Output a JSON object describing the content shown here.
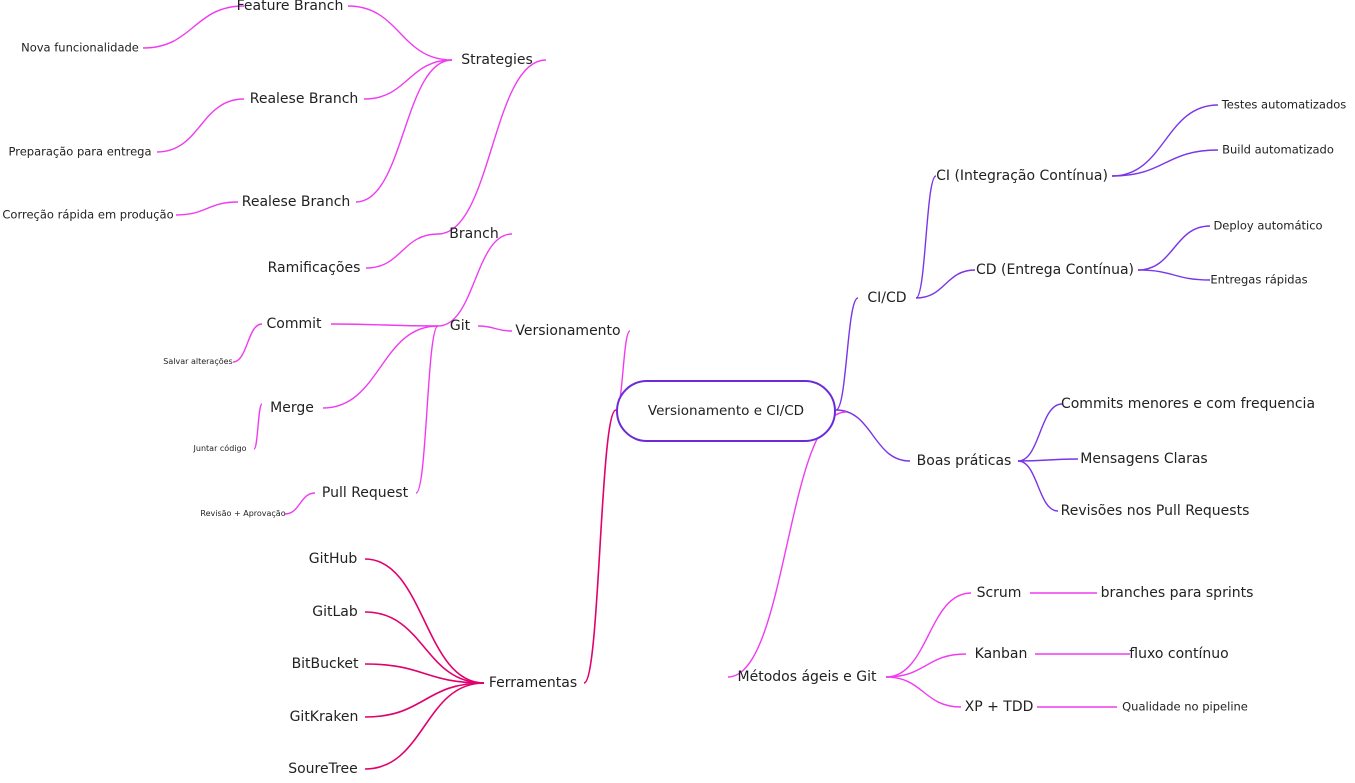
{
  "colors": {
    "magenta": "#f03cf0",
    "crimson": "#e0006e",
    "purple": "#7a35e6"
  },
  "root": "Versionamento e CI/CD",
  "nodes": {
    "versionamento": "Versionamento",
    "git": "Git",
    "branch": "Branch",
    "strategies": "Strategies",
    "feature_branch": "Feature Branch",
    "nova_funcionalidade": "Nova funcionalidade",
    "realese_branch_1": "Realese Branch",
    "preparacao": "Preparação para entrega",
    "realese_branch_2": "Realese Branch",
    "correcao": "Correção rápida em produção",
    "ramificacoes": "Ramificações",
    "commit": "Commit",
    "salvar": "Salvar alterações",
    "merge": "Merge",
    "juntar": "Juntar código",
    "pull_request": "Pull Request",
    "revisao": "Revisão + Aprovação",
    "ferramentas": "Ferramentas",
    "github": "GitHub",
    "gitlab": "GitLab",
    "bitbucket": "BitBucket",
    "gitkraken": "GitKraken",
    "souretree": "SoureTree",
    "cicd": "CI/CD",
    "ci": "CI (Integração Contínua)",
    "testes": "Testes automatizados",
    "build": "Build automatizado",
    "cd": "CD (Entrega Contínua)",
    "deploy": "Deploy automático",
    "entregas": "Entregas rápidas",
    "boas_praticas": "Boas práticas",
    "commits_menores": "Commits menores e com frequencia",
    "mensagens": "Mensagens Claras",
    "revisoes": "Revisões nos Pull Requests",
    "metodos": "Métodos ágeis e Git",
    "scrum": "Scrum",
    "branches_sprints": "branches para sprints",
    "kanban": "Kanban",
    "fluxo": "fluxo contínuo",
    "xp_tdd": "XP + TDD",
    "qualidade": "Qualidade no pipeline"
  }
}
